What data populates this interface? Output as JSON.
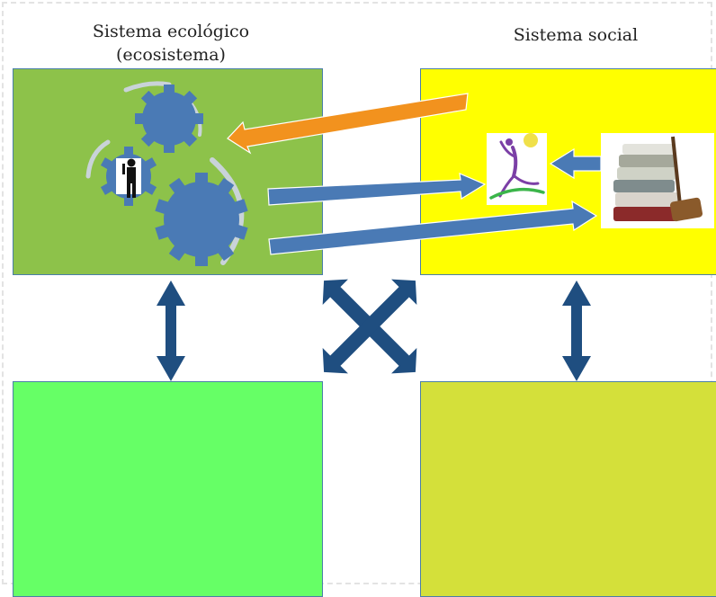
{
  "titles": {
    "ecological_line1": "Sistema ecológico",
    "ecological_line2": "(ecosistema)",
    "social": "Sistema social"
  },
  "colors": {
    "ecological_box": "#8dc24a",
    "social_box": "#ffff00",
    "ecological_lower_box": "#66ff66",
    "social_lower_box": "#d4e03a",
    "gear": "#4a7ab5",
    "blue_arrow": "#4a7ab5",
    "orange_arrow": "#f2921e",
    "dark_arrow": "#1f4e80"
  },
  "icons": {
    "gears": "gears-icon",
    "person": "person-icon",
    "dancer": "dancer-icon",
    "books_gavel": "books-gavel-icon"
  }
}
